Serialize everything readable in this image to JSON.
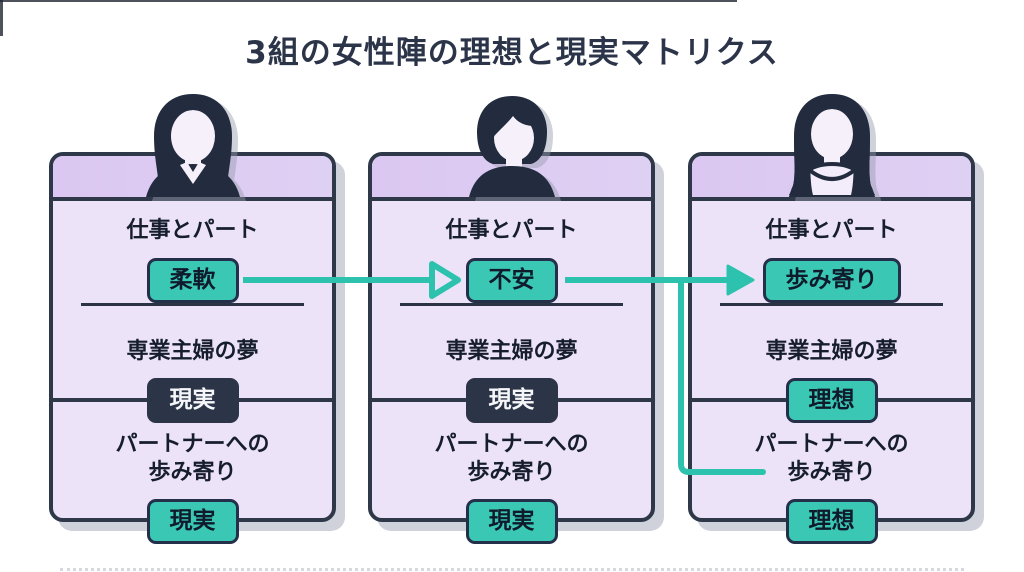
{
  "title": "3組の女性陣の理想と現実マトリクス",
  "colors": {
    "accent_teal": "#2cc2ae",
    "badge_teal_fill": "#3ac8b4",
    "badge_dark_fill": "#2b3547",
    "dark_navy": "#2e3849",
    "card_header": "#dbc7f1",
    "card_body": "#ece3f8",
    "title_text": "#2b3448"
  },
  "cards": [
    {
      "avatar": "businesswoman-center-part-long-hair",
      "sections": [
        {
          "title": "仕事とパート",
          "badge": "柔軟",
          "badge_style": "teal"
        },
        {
          "title": "専業主婦の夢",
          "badge": "現実",
          "badge_style": "dark"
        },
        {
          "title_line1": "パートナーへの",
          "title_line2": "歩み寄り",
          "badge": "現実",
          "badge_style": "teal"
        }
      ]
    },
    {
      "avatar": "woman-bob-hair",
      "sections": [
        {
          "title": "仕事とパート",
          "badge": "不安",
          "badge_style": "teal"
        },
        {
          "title": "専業主婦の夢",
          "badge": "現実",
          "badge_style": "dark"
        },
        {
          "title_line1": "パートナーへの",
          "title_line2": "歩み寄り",
          "badge": "現実",
          "badge_style": "teal"
        }
      ]
    },
    {
      "avatar": "woman-long-hair-light-top",
      "sections": [
        {
          "title": "仕事とパート",
          "badge": "歩み寄り",
          "badge_style": "teal"
        },
        {
          "title": "専業主婦の夢",
          "badge": "理想",
          "badge_style": "teal"
        },
        {
          "title_line1": "パートナーへの",
          "title_line2": "歩み寄り",
          "badge": "理想",
          "badge_style": "teal"
        }
      ]
    }
  ],
  "connector": {
    "color": "#2cc2ae",
    "connections": [
      {
        "from": "card1-badge-柔軟",
        "to": "card2-badge-不安",
        "type": "arrow"
      },
      {
        "from": "card2-badge-不安",
        "to": "card3-badge-歩み寄り",
        "type": "arrow"
      },
      {
        "from": "card2-badge-不安",
        "to": "card3-section-歩み寄り",
        "type": "elbow-line"
      }
    ]
  }
}
